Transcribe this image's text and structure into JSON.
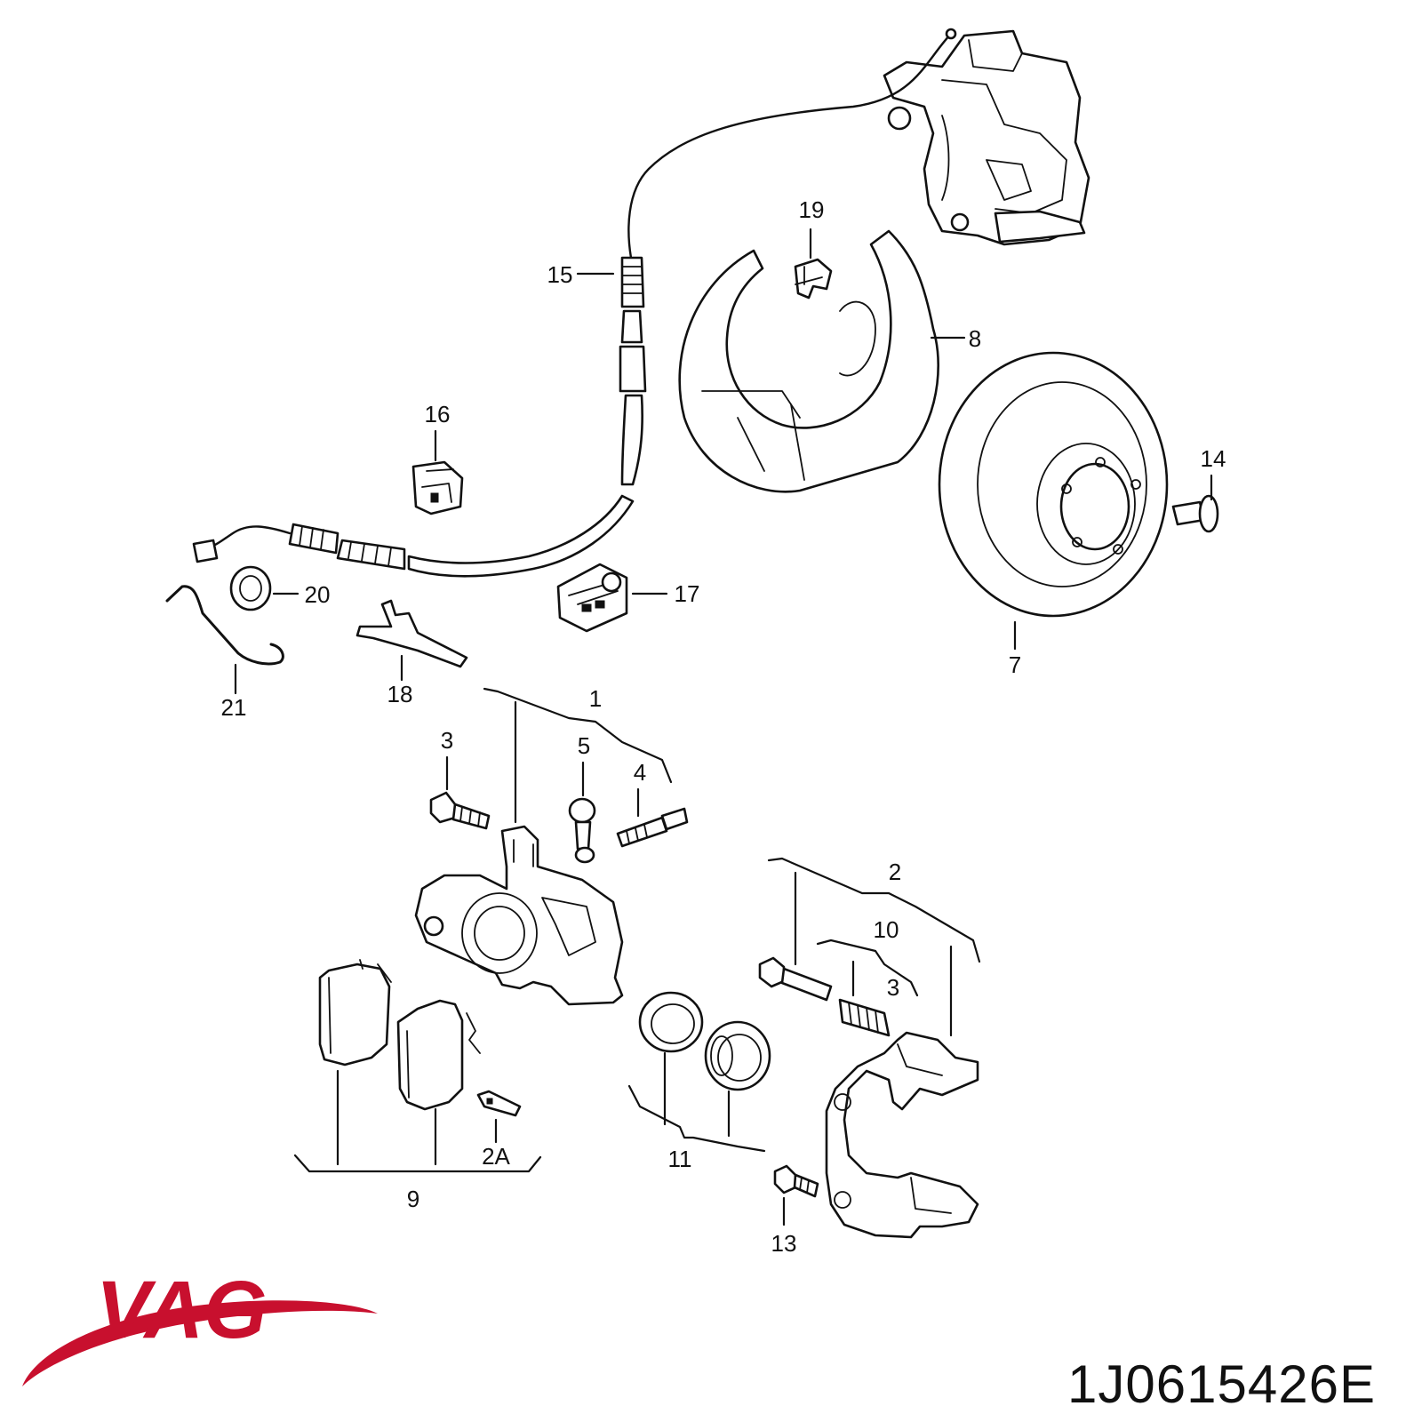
{
  "diagram": {
    "callouts": [
      "15",
      "19",
      "8",
      "16",
      "14",
      "17",
      "20",
      "21",
      "18",
      "7",
      "1",
      "3",
      "5",
      "4",
      "2",
      "10",
      "3",
      "9",
      "2A",
      "11",
      "13"
    ]
  },
  "brand": {
    "logo_text": "VAG",
    "logo_color": "#c8102e"
  },
  "part_number": "1J0615426E"
}
